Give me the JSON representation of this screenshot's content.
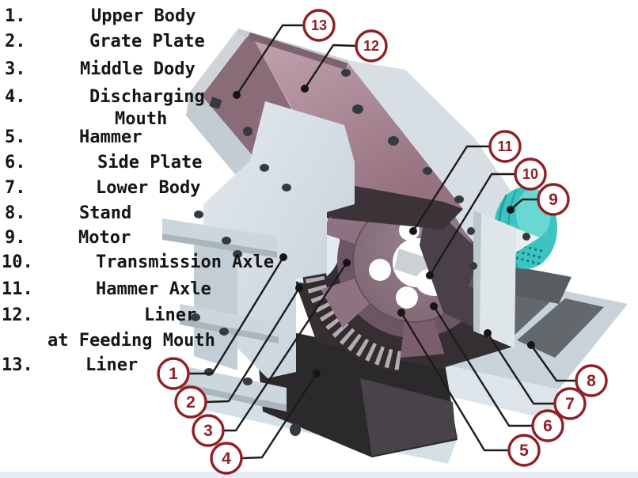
{
  "legend": {
    "items": [
      {
        "num": "1.",
        "lines": [
          "Upper Body"
        ]
      },
      {
        "num": "2.",
        "lines": [
          "Grate Plate"
        ]
      },
      {
        "num": "3.",
        "lines": [
          "Middle Dody"
        ]
      },
      {
        "num": "4.",
        "lines": [
          "Discharging",
          "Mouth"
        ]
      },
      {
        "num": "5.",
        "lines": [
          "Hammer"
        ]
      },
      {
        "num": "6.",
        "lines": [
          "Side Plate"
        ]
      },
      {
        "num": "7.",
        "lines": [
          "Lower Body"
        ]
      },
      {
        "num": "8.",
        "lines": [
          "Stand"
        ]
      },
      {
        "num": "9.",
        "lines": [
          "Motor"
        ]
      },
      {
        "num": "10.",
        "lines": [
          "Transmission Axle"
        ]
      },
      {
        "num": "11.",
        "lines": [
          "Hammer Axle"
        ]
      },
      {
        "num": "12.",
        "lines": [
          "Liner",
          "at Feeding Mouth"
        ]
      },
      {
        "num": "13.",
        "lines": [
          "Liner"
        ]
      }
    ]
  },
  "callouts": [
    {
      "number": "1",
      "label": "Upper Body"
    },
    {
      "number": "2",
      "label": "Grate Plate"
    },
    {
      "number": "3",
      "label": "Middle Dody"
    },
    {
      "number": "4",
      "label": "Discharging Mouth"
    },
    {
      "number": "5",
      "label": "Hammer"
    },
    {
      "number": "6",
      "label": "Side Plate"
    },
    {
      "number": "7",
      "label": "Lower Body"
    },
    {
      "number": "8",
      "label": "Stand"
    },
    {
      "number": "9",
      "label": "Motor"
    },
    {
      "number": "10",
      "label": "Transmission Axle"
    },
    {
      "number": "11",
      "label": "Hammer Axle"
    },
    {
      "number": "12",
      "label": "Liner at Feeding Mouth"
    },
    {
      "number": "13",
      "label": "Liner"
    }
  ],
  "colors": {
    "callout_red": "#8e2026",
    "leader_black": "#1b1b1b",
    "motor_teal": "#3cc4c0",
    "liner_pink": "#b18e9c",
    "body_gray": "#d8dfe4",
    "interior_dark": "#352f34",
    "background": "#ffffff",
    "bottom_strip": "#e4edf5"
  }
}
